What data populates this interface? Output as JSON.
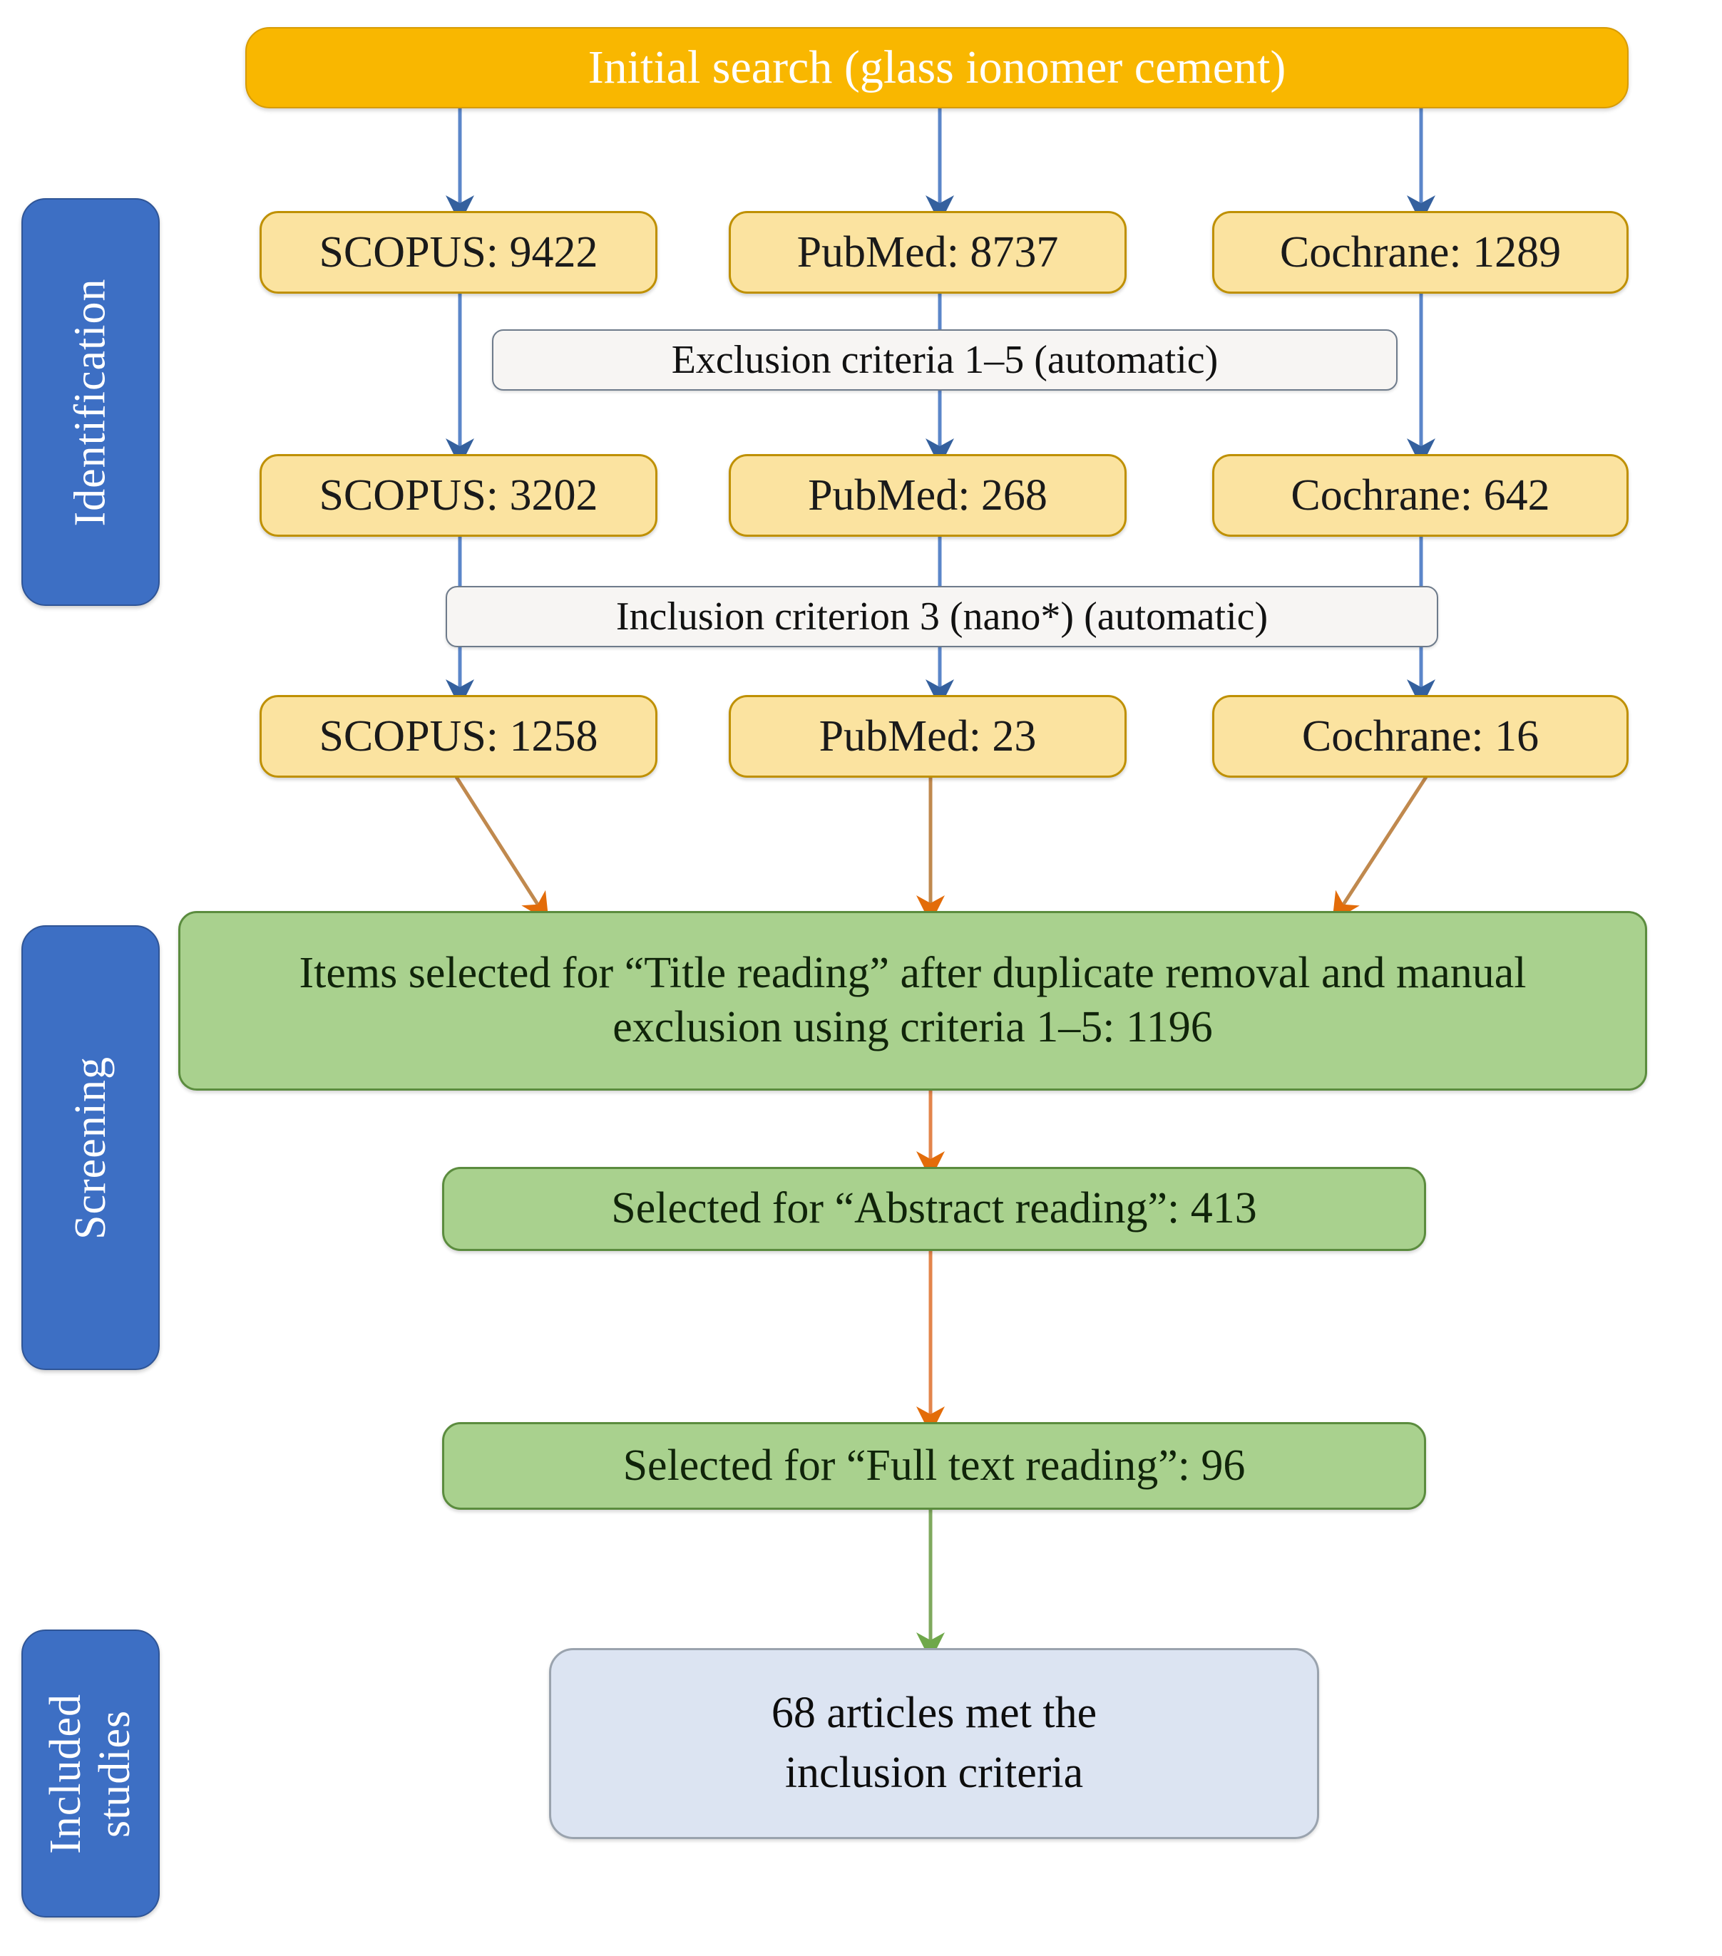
{
  "diagram": {
    "title_box": {
      "label": "Initial search (glass ionomer cement)"
    },
    "stages": [
      {
        "id": "identification",
        "label": "Identification"
      },
      {
        "id": "screening",
        "label": "Screening"
      },
      {
        "id": "included",
        "label": "Included studies"
      }
    ],
    "rows": {
      "row1": [
        {
          "source": "SCOPUS",
          "count": "9422",
          "label": "SCOPUS: 9422"
        },
        {
          "source": "PubMed",
          "count": "8737",
          "label": "PubMed: 8737"
        },
        {
          "source": "Cochrane",
          "count": "1289",
          "label": "Cochrane: 1289"
        }
      ],
      "row2": [
        {
          "source": "SCOPUS",
          "count": "3202",
          "label": "SCOPUS: 3202"
        },
        {
          "source": "PubMed",
          "count": "268",
          "label": "PubMed: 268"
        },
        {
          "source": "Cochrane",
          "count": "642",
          "label": "Cochrane: 642"
        }
      ],
      "row3": [
        {
          "source": "SCOPUS",
          "count": "1258",
          "label": "SCOPUS: 1258"
        },
        {
          "source": "PubMed",
          "count": "23",
          "label": "PubMed: 23"
        },
        {
          "source": "Cochrane",
          "count": "16",
          "label": "Cochrane: 16"
        }
      ]
    },
    "filters": [
      {
        "id": "exclusion",
        "label": "Exclusion criteria 1–5 (automatic)"
      },
      {
        "id": "inclusion",
        "label": "Inclusion criterion 3 (nano*) (automatic)"
      }
    ],
    "screening": [
      {
        "id": "title-reading",
        "label": "Items selected for “Title reading” after duplicate removal and manual exclusion using criteria 1–5: 1196",
        "count": "1196"
      },
      {
        "id": "abstract-reading",
        "label": "Selected for “Abstract reading”: 413",
        "count": "413"
      },
      {
        "id": "full-text-reading",
        "label": "Selected for “Full text reading”: 96",
        "count": "96"
      }
    ],
    "result": {
      "id": "included-result",
      "label": "68 articles met the inclusion criteria",
      "line1": "68 articles met the",
      "line2": "inclusion criteria",
      "count": "68"
    },
    "colors": {
      "header_fill": "#F9B700",
      "database_fill": "#FBE3A0",
      "database_border": "#BF9000",
      "criteria_fill": "#F7F5F3",
      "screening_fill": "#A9D18E",
      "screening_border": "#5B8C3E",
      "result_fill": "#DCE4F2",
      "stage_label_fill": "#3D6FC4",
      "arrow_identification": "#4472C4",
      "arrow_screening": "#E36C09",
      "arrow_included": "#70AD47"
    }
  }
}
